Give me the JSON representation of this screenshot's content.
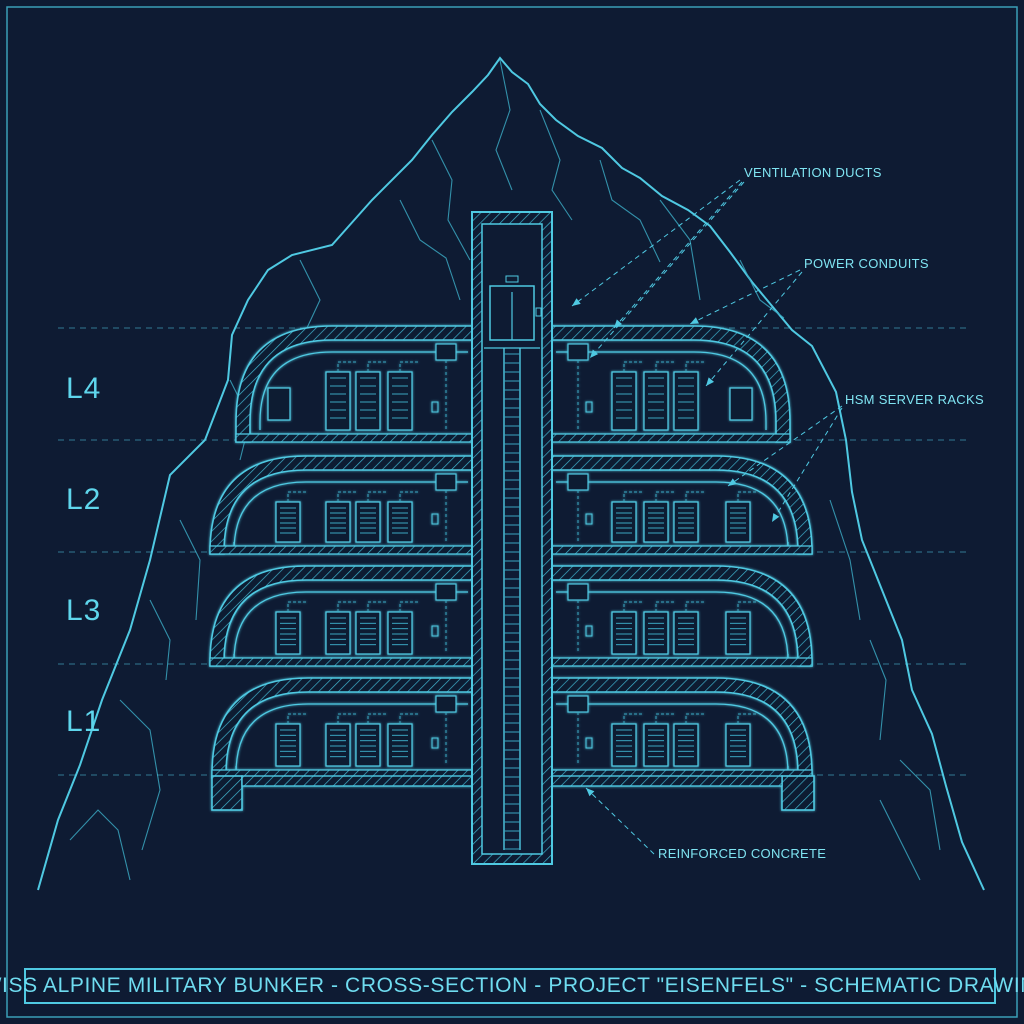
{
  "levels": [
    "L4",
    "L2",
    "L3",
    "L1"
  ],
  "callouts": {
    "ventilation": "VENTILATION DUCTS",
    "power": "POWER CONDUITS",
    "racks": "HSM SERVER RACKS",
    "concrete": "REINFORCED CONCRETE"
  },
  "title": "SWISS ALPINE MILITARY BUNKER - CROSS-SECTION - PROJECT \"EISENFELS\" - SCHEMATIC DRAWING",
  "colors": {
    "background": "#0e1b33",
    "line": "#4fc9e2",
    "text": "#6fdcf0"
  }
}
